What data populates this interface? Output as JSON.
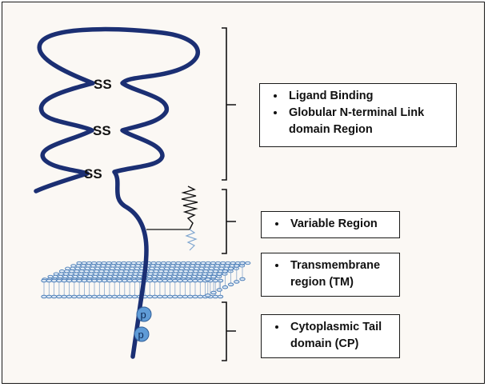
{
  "disulfide_labels": [
    "SS",
    "SS",
    "SS"
  ],
  "phospho_labels": [
    "p",
    "p"
  ],
  "regions": [
    {
      "items": [
        "Ligand Binding",
        "Globular N-terminal Link domain Region"
      ]
    },
    {
      "items": [
        "Variable Region"
      ]
    },
    {
      "items": [
        "Transmembrane region (TM)"
      ]
    },
    {
      "items": [
        "Cytoplasmic Tail domain (CP)"
      ]
    }
  ],
  "colors": {
    "protein_chain": "#1b2f73",
    "membrane_head": "#4f80b9",
    "phospho_circle": "#5f9bd6",
    "glycan_dark": "#111111",
    "glycan_light": "#7fa6d0"
  }
}
